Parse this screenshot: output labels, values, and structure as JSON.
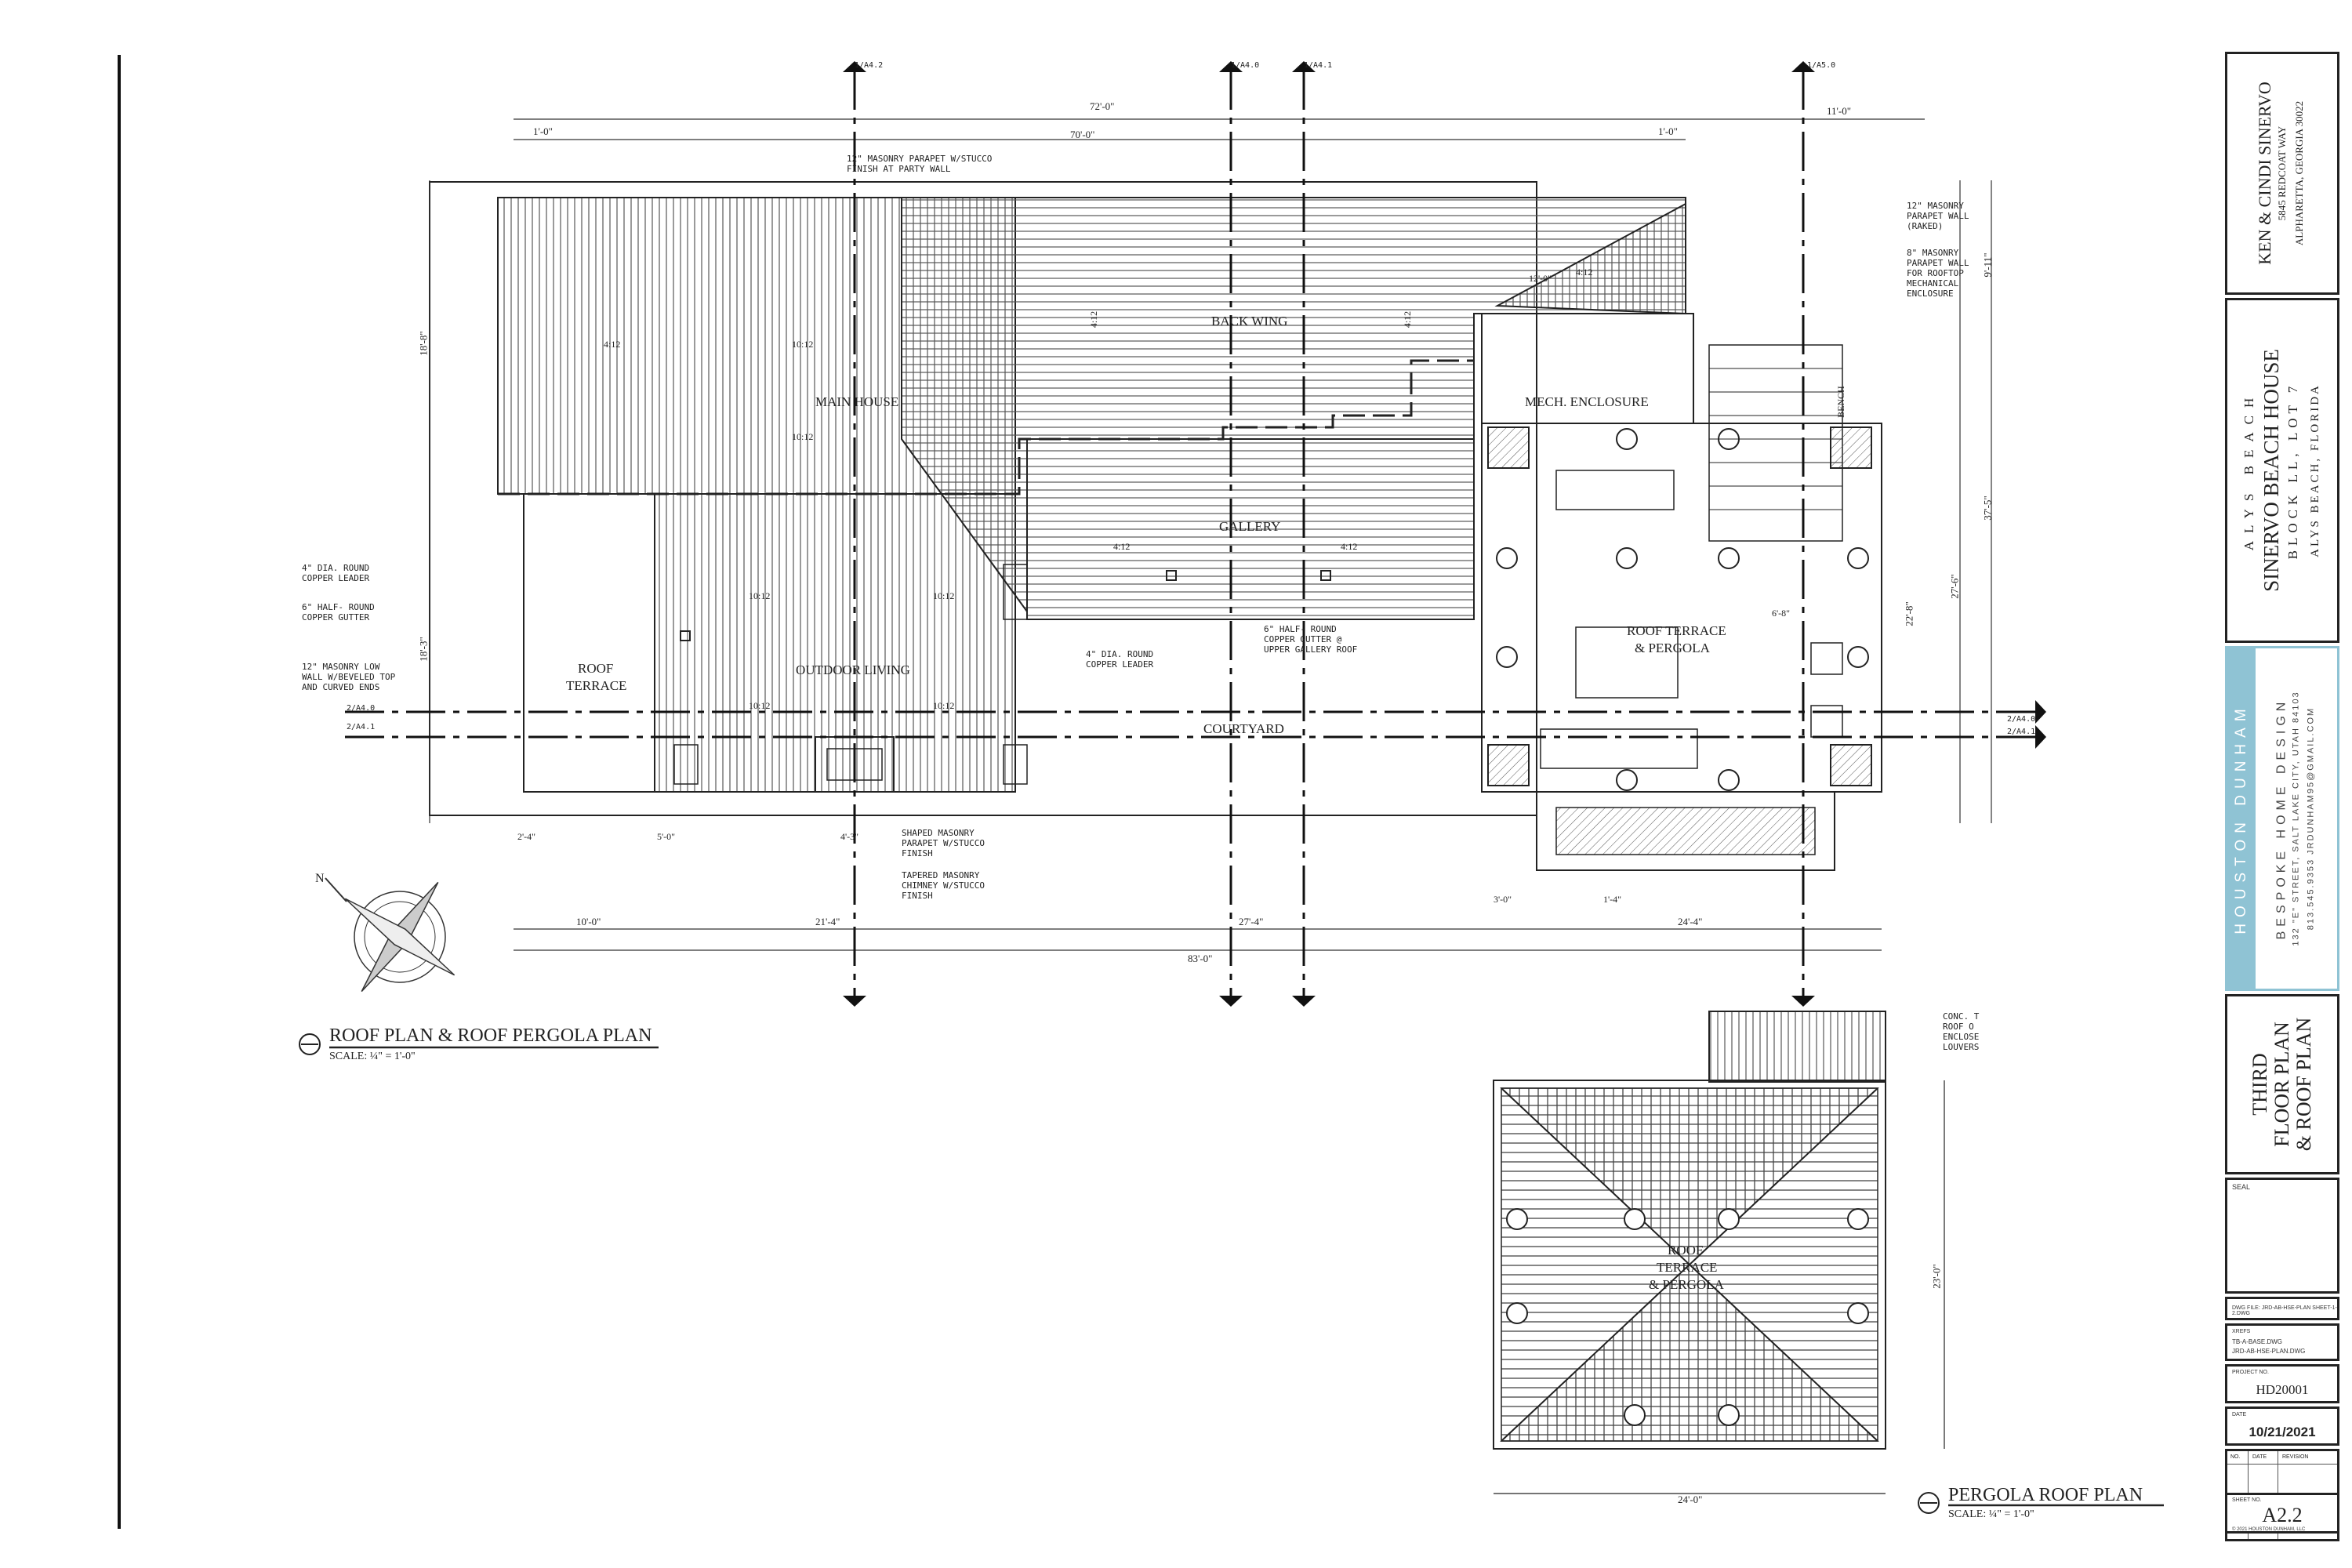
{
  "drawing": {
    "dims": {
      "top_overall": "72'-0\"",
      "top_inner": "70'-0\"",
      "top_left": "1'-0\"",
      "top_right": "1'-0\"",
      "top_far_right": "11'-0\"",
      "bottom_overall": "83'-0\"",
      "bottom_a": "10'-0\"",
      "bottom_b": "21'-4\"",
      "bottom_c": "27'-4\"",
      "bottom_d": "24'-4\"",
      "left_upper": "18'-8\"",
      "left_lower": "18'-3\"",
      "right_a": "9'-11\"",
      "right_b": "37'-5\"",
      "right_c": "27'-6\"",
      "right_d": "22'-8\"",
      "pergola_width": "24'-0\"",
      "pergola_height": "23'-0\"",
      "small_a": "2'-4\"",
      "small_b": "5'-0\"",
      "small_c": "4'-3\"",
      "small_d": "3'-0\"",
      "small_e": "1'-4\"",
      "small_f": "6'-8\"",
      "small_g": "12'-0\""
    },
    "slopes": {
      "s4": "4:12",
      "s10": "10:12"
    },
    "rooms": {
      "main_house": "MAIN HOUSE",
      "back_wing": "BACK WING",
      "gallery": "GALLERY",
      "outdoor_living": "OUTDOOR LIVING",
      "roof_terrace_1": "ROOF",
      "roof_terrace_2": "TERRACE",
      "courtyard": "COURTYARD",
      "mech": "MECH. ENCLOSURE",
      "pergola_1": "ROOF TERRACE",
      "pergola_2": "& PERGOLA",
      "bench": "BENCH",
      "p_roof": "ROOF",
      "p_terrace": "TERRACE",
      "p_pergola": "& PERGOLA"
    },
    "notes": {
      "parapet_party_1": "12\" MASONRY PARAPET W/STUCCO",
      "parapet_party_2": "FINISH AT PARTY WALL",
      "parapet_raked_1": "12\" MASONRY",
      "parapet_raked_2": "PARAPET WALL",
      "parapet_raked_3": "(RAKED)",
      "mech_parapet_1": "8\" MASONRY",
      "mech_parapet_2": "PARAPET WALL",
      "mech_parapet_3": "FOR ROOFTOP",
      "mech_parapet_4": "MECHANICAL",
      "mech_parapet_5": "ENCLOSURE",
      "leader_1": "4\" DIA. ROUND",
      "leader_2": "COPPER LEADER",
      "gutter_1": "6\" HALF- ROUND",
      "gutter_2": "COPPER GUTTER",
      "low_wall_1": "12\" MASONRY LOW",
      "low_wall_2": "WALL W/BEVELED TOP",
      "low_wall_3": "AND CURVED ENDS",
      "leader_b1": "4\" DIA. ROUND",
      "leader_b2": "COPPER LEADER",
      "gutter_b1": "6\" HALF- ROUND",
      "gutter_b2": "COPPER GUTTER @",
      "gutter_b3": "UPPER GALLERY ROOF",
      "shaped_1": "SHAPED MASONRY",
      "shaped_2": "PARAPET W/STUCCO",
      "shaped_3": "FINISH",
      "chimney_1": "TAPERED MASONRY",
      "chimney_2": "CHIMNEY W/STUCCO",
      "chimney_3": "FINISH",
      "conc_1": "CONC. T",
      "conc_2": "ROOF O",
      "conc_3": "ENCLOSE",
      "conc_4": "LOUVERS"
    },
    "section_marks": {
      "a": "2/A4.0",
      "b": "2/A4.1",
      "c": "1/A4.2",
      "d": "1/A4.0",
      "e": "1/A4.1",
      "f": "1/A5.0"
    },
    "titles": {
      "main": "ROOF PLAN & ROOF PERGOLA PLAN",
      "main_scale": "SCALE: ¼\" = 1'-0\"",
      "pergola": "PERGOLA ROOF PLAN",
      "pergola_scale": "SCALE: ¼\" = 1'-0\""
    },
    "north": "N"
  },
  "title_block": {
    "client_name": "KEN & CINDI SINERVO",
    "client_addr1": "5845 REDCOAT WAY",
    "client_addr2": "ALPHARETTA, GEORGIA 30022",
    "project_line1": "ALYS BEACH",
    "project_line2": "SINERVO BEACH HOUSE",
    "project_line3": "BLOCK LL, LOT 7",
    "project_line4": "ALYS BEACH, FLORIDA",
    "firm_name": "HOUSTON DUNHAM",
    "firm_tag": "BESPOKE HOME DESIGN",
    "firm_addr": "132 \"E\" STREET, SALT LAKE CITY, UTAH 84103",
    "firm_contact": "813.545.9353   JRDUNHAM95@GMAIL.COM",
    "sheet_title1": "THIRD",
    "sheet_title2": "FLOOR PLAN",
    "sheet_title3": "& ROOF PLAN",
    "seal_label": "SEAL",
    "file_label": "DWG FILE: JRD-AB-HSE-PLAN SHEET-1-2.DWG",
    "xrefs_label": "XREFS",
    "xrefs_value1": "TB-A-BASE.DWG",
    "xrefs_value2": "JRD-AB-HSE-PLAN.DWG",
    "project_no_label": "PROJECT NO.",
    "project_no": "HD20001",
    "date_label": "DATE",
    "date": "10/21/2021",
    "rev_no": "NO.",
    "rev_date": "DATE",
    "rev_revision": "REVISION",
    "sheet_no_label": "SHEET NO.",
    "sheet_no": "A2.2",
    "copyright": "© 2021 HOUSTON DUNHAM, LLC"
  },
  "colors": {
    "ink": "#222222",
    "firm_band": "#8fc3d4"
  }
}
